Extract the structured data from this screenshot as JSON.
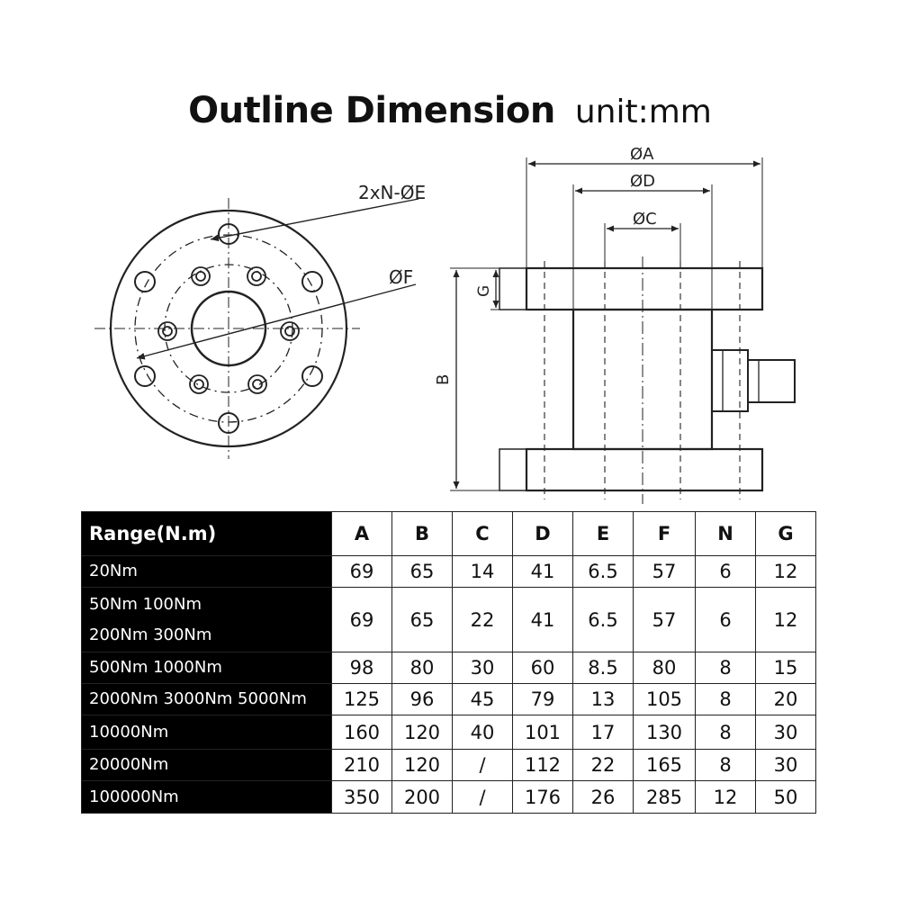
{
  "title": {
    "main": "Outline Dimension",
    "unit": "unit:mm"
  },
  "front_view": {
    "hole_label": "2xN-ØE",
    "pcd_label": "ØF"
  },
  "side_view": {
    "label_a": "ØA",
    "label_d": "ØD",
    "label_c": "ØC",
    "label_g": "G",
    "label_b": "B"
  },
  "table": {
    "headers": [
      "Range(N.m)",
      "A",
      "B",
      "C",
      "D",
      "E",
      "F",
      "N",
      "G"
    ],
    "rows": [
      {
        "range": "20Nm",
        "values": [
          "69",
          "65",
          "14",
          "41",
          "6.5",
          "57",
          "6",
          "12"
        ]
      },
      {
        "range": "50Nm 100Nm\n200Nm 300Nm",
        "values": [
          "69",
          "65",
          "22",
          "41",
          "6.5",
          "57",
          "6",
          "12"
        ]
      },
      {
        "range": "500Nm 1000Nm",
        "values": [
          "98",
          "80",
          "30",
          "60",
          "8.5",
          "80",
          "8",
          "15"
        ]
      },
      {
        "range": "2000Nm 3000Nm 5000Nm",
        "values": [
          "125",
          "96",
          "45",
          "79",
          "13",
          "105",
          "8",
          "20"
        ]
      },
      {
        "range": "10000Nm",
        "values": [
          "160",
          "120",
          "40",
          "101",
          "17",
          "130",
          "8",
          "30"
        ]
      },
      {
        "range": "20000Nm",
        "values": [
          "210",
          "120",
          "/",
          "112",
          "22",
          "165",
          "8",
          "30"
        ]
      },
      {
        "range": "100000Nm",
        "values": [
          "350",
          "200",
          "/",
          "176",
          "26",
          "285",
          "12",
          "50"
        ]
      }
    ]
  }
}
